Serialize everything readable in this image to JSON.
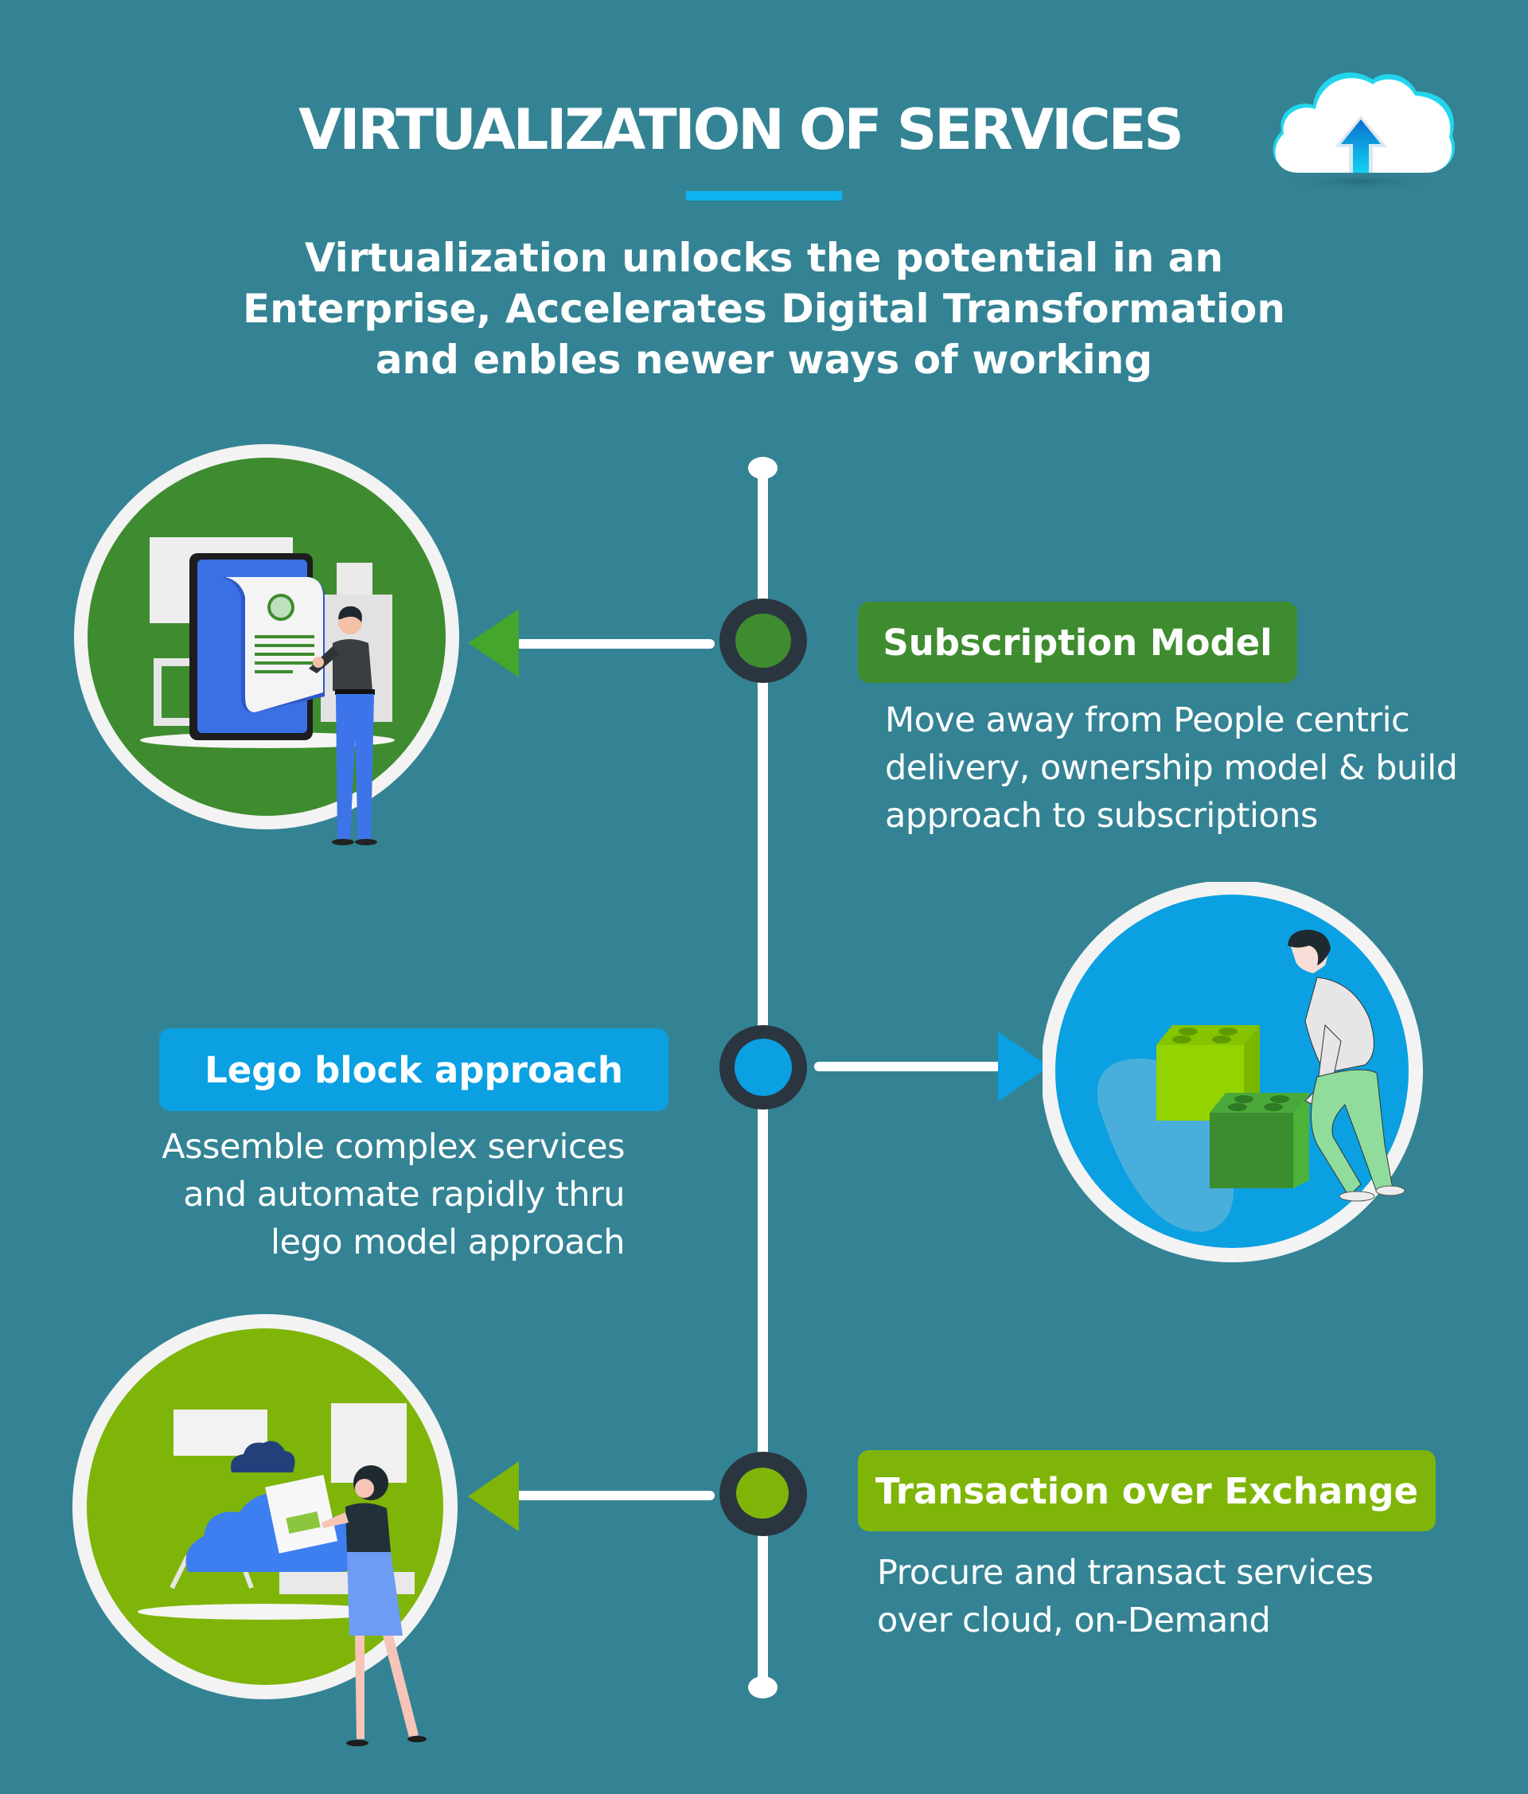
{
  "header": {
    "title": "VIRTUALIZATION OF SERVICES",
    "subtitle_lines": [
      "Virtualization unlocks the potential in an",
      "Enterprise, Accelerates Digital Transformation",
      "and enbles newer ways of working"
    ],
    "icon": "cloud-upload-icon"
  },
  "colors": {
    "background": "#338394",
    "accent_blue": "#0aa0e2",
    "dark_green": "#3e8c2f",
    "lime_green": "#7fb509",
    "node_ring": "#2b3540"
  },
  "timeline": {
    "items": [
      {
        "title": "Subscription Model",
        "description_lines": [
          "Move away from People centric",
          "delivery, ownership model & build",
          "approach to subscriptions"
        ],
        "color": "#3e8c2f",
        "illustration": "man-with-document-and-tablet",
        "arrow_direction": "left"
      },
      {
        "title": "Lego block approach",
        "description_lines": [
          "Assemble complex services",
          "and automate rapidly thru",
          "lego model approach"
        ],
        "color": "#0aa0e2",
        "illustration": "man-stacking-lego-blocks",
        "arrow_direction": "right"
      },
      {
        "title": "Transaction over Exchange",
        "description_lines": [
          "Procure and transact services",
          "over cloud, on-Demand"
        ],
        "color": "#7fb509",
        "illustration": "woman-shopping-on-cloud",
        "arrow_direction": "left"
      }
    ]
  }
}
